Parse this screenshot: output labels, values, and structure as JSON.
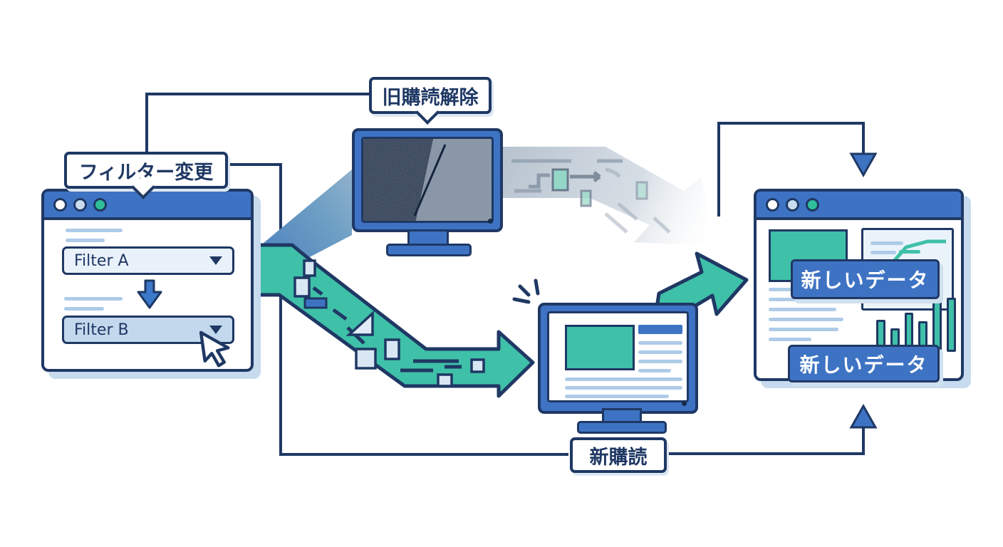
{
  "labels": {
    "old_unsubscribe": "旧購読解除",
    "filter_change": "フィルター変更",
    "new_subscribe": "新購読",
    "new_data": "新しいデータ"
  },
  "left_window": {
    "filter_a_value": "Filter A",
    "filter_b_value": "Filter B"
  },
  "right_window": {
    "badge_top": "新しいデータ",
    "badge_bottom": "新しいデータ",
    "bar_heights": [
      39,
      27,
      49,
      37,
      69,
      70
    ]
  },
  "colors": {
    "navy": "#1f3864",
    "blue": "#3e73c4",
    "teal": "#3fc0a8",
    "light_blue": "#aecbe8",
    "panel_bg": "#eaf3fa",
    "shadow": "#c7daee"
  }
}
